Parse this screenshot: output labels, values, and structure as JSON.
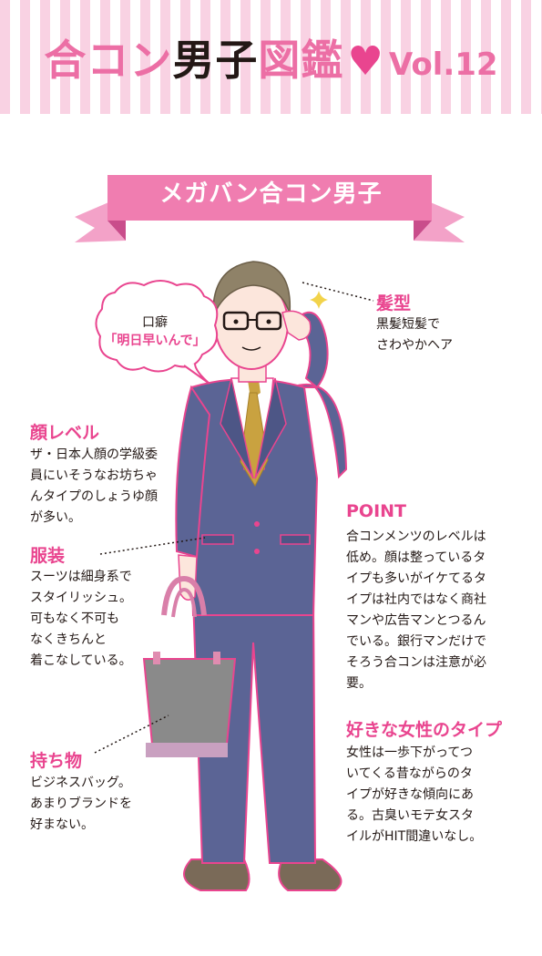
{
  "title": {
    "part1": "合コン",
    "part2": "男子",
    "part3": "図鑑",
    "heart": "♥",
    "vol": "Vol.12"
  },
  "ribbon": {
    "text": "メガバン合コン男子"
  },
  "bubble": {
    "line1": "口癖",
    "line2": "「明日早いんで」"
  },
  "sections": {
    "hair": {
      "heading": "髪型",
      "body": "黒髪短髪で\nさわやかヘア"
    },
    "face": {
      "heading": "顔レベル",
      "body": "ザ・日本人顔の学級委\n員にいそうなお坊ちゃ\nんタイプのしょうゆ顔\nが多い。"
    },
    "clothes": {
      "heading": "服装",
      "body": "スーツは細身系で\nスタイリッシュ。\n可もなく不可も\nなくきちんと\n着こなしている。"
    },
    "belongings": {
      "heading": "持ち物",
      "body": "ビジネスバッグ。\nあまりブランドを\n好まない。"
    },
    "point": {
      "heading": "POINT",
      "body": "合コンメンツのレベルは\n低め。顔は整っているタ\nイプも多いがイケてるタ\nイプは社内ではなく商社\nマンや広告マンとつるん\nでいる。銀行マンだけで\nそろう合コンは注意が必\n要。"
    },
    "type": {
      "heading": "好きな女性のタイプ",
      "body": "女性は一歩下がってつ\nいてくる昔ながらのタ\nイプが好きな傾向にあ\nる。古臭いモテ女スタ\nイルがHIT間違いなし。"
    }
  },
  "colors": {
    "accent_pink": "#e9458f",
    "stripe_pink": "#f9d2e3",
    "ribbon_pink": "#f07db0",
    "suit_navy": "#5b6495",
    "tie_mustard": "#c9a240"
  }
}
